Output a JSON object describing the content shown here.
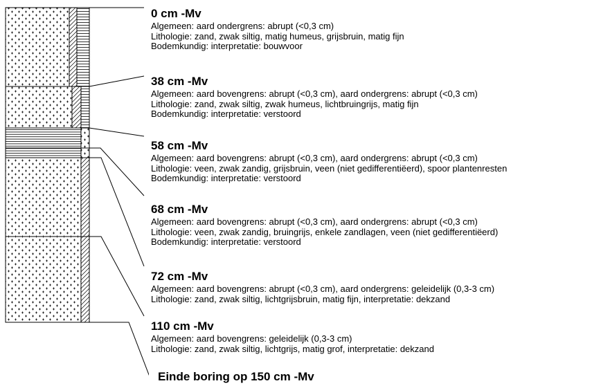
{
  "layers": [
    {
      "depth": "0 cm -Mv",
      "lines": [
        "Algemeen: aard ondergrens: abrupt (<0,3 cm)",
        "Lithologie: zand, zwak siltig, matig humeus, grijsbruin, matig fijn",
        "Bodemkundig: interpretatie: bouwvoor"
      ],
      "lithology": "zand"
    },
    {
      "depth": "38 cm -Mv",
      "lines": [
        "Algemeen: aard bovengrens: abrupt (<0,3 cm), aard ondergrens: abrupt (<0,3 cm)",
        "Lithologie: zand, zwak siltig, zwak humeus, lichtbruingrijs, matig fijn",
        "Bodemkundig: interpretatie: verstoord"
      ],
      "lithology": "zand"
    },
    {
      "depth": "58 cm -Mv",
      "lines": [
        "Algemeen: aard bovengrens: abrupt (<0,3 cm), aard ondergrens: abrupt (<0,3 cm)",
        "Lithologie: veen, zwak zandig, grijsbruin, veen (niet gedifferentiëerd), spoor plantenresten",
        "Bodemkundig: interpretatie: verstoord"
      ],
      "lithology": "veen"
    },
    {
      "depth": "68 cm -Mv",
      "lines": [
        "Algemeen: aard bovengrens: abrupt (<0,3 cm), aard ondergrens: abrupt (<0,3 cm)",
        "Lithologie: veen, zwak zandig, bruingrijs, enkele zandlagen, veen (niet gedifferentiëerd)",
        "Bodemkundig: interpretatie: verstoord"
      ],
      "lithology": "veen"
    },
    {
      "depth": "72 cm -Mv",
      "lines": [
        "Algemeen: aard bovengrens: abrupt (<0,3 cm), aard ondergrens: geleidelijk (0,3-3 cm)",
        "Lithologie: zand, zwak siltig, lichtgrijsbruin, matig fijn, interpretatie: dekzand"
      ],
      "lithology": "zand"
    },
    {
      "depth": "110 cm -Mv",
      "lines": [
        "Algemeen: aard bovengrens: geleidelijk (0,3-3 cm)",
        "Lithologie: zand, zwak siltig, lichtgrijs, matig grof, interpretatie: dekzand"
      ],
      "lithology": "zand"
    }
  ],
  "end_label": "Einde boring op 150 cm -Mv",
  "colors": {
    "stroke": "#000000",
    "background": "#ffffff"
  }
}
